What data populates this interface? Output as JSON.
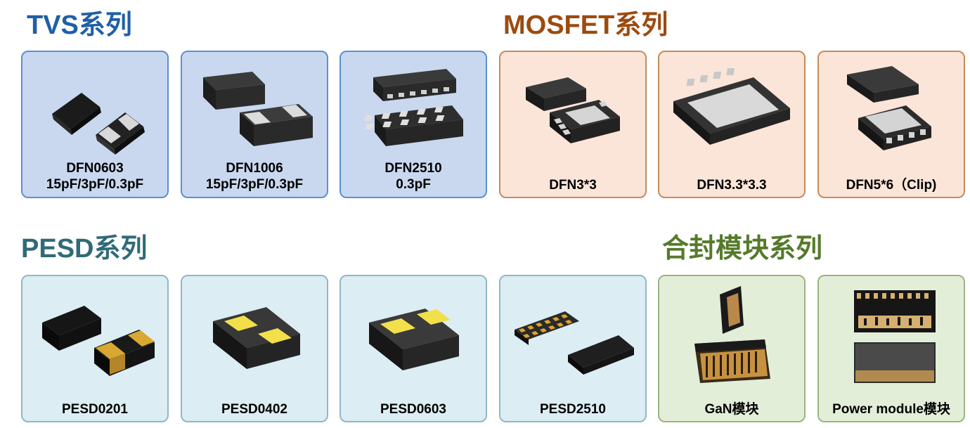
{
  "sections": {
    "tvs": {
      "title": "TVS系列",
      "color": "#1f5fa6"
    },
    "mosfet": {
      "title": "MOSFET系列",
      "color": "#9c4b10"
    },
    "pesd": {
      "title": "PESD系列",
      "color": "#2f6a78"
    },
    "module": {
      "title": "合封模块系列",
      "color": "#557a2a"
    }
  },
  "cards": {
    "dfn0603": {
      "name": "DFN0603",
      "spec": "15pF/3pF/0.3pF"
    },
    "dfn1006": {
      "name": "DFN1006",
      "spec": "15pF/3pF/0.3pF"
    },
    "dfn2510": {
      "name": "DFN2510",
      "spec": "0.3pF"
    },
    "dfn3x3": {
      "name": "DFN3*3"
    },
    "dfn33x33": {
      "name": "DFN3.3*3.3"
    },
    "dfn5x6": {
      "name": "DFN5*6（Clip)"
    },
    "pesd0201": {
      "name": "PESD0201"
    },
    "pesd0402": {
      "name": "PESD0402"
    },
    "pesd0603": {
      "name": "PESD0603"
    },
    "pesd2510": {
      "name": "PESD2510"
    },
    "gan": {
      "name": "GaN模块"
    },
    "power": {
      "name": "Power module模块"
    }
  }
}
